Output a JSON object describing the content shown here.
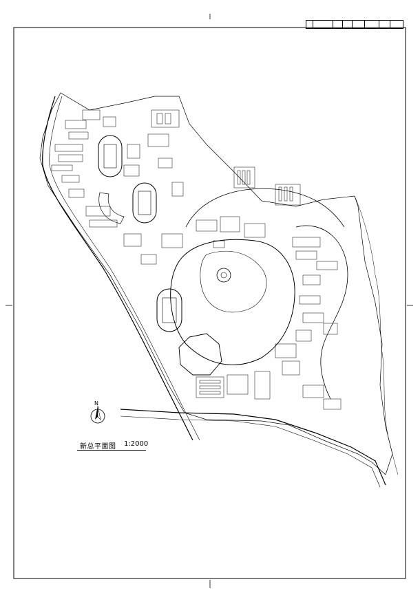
{
  "drawing": {
    "title": "新总平面图",
    "scale": "1:2000",
    "north_label": "N"
  },
  "title_block": {
    "cells": [
      "",
      "",
      "",
      "",
      "",
      "",
      "",
      ""
    ]
  },
  "colors": {
    "line": "#000000",
    "paper": "#ffffff"
  }
}
